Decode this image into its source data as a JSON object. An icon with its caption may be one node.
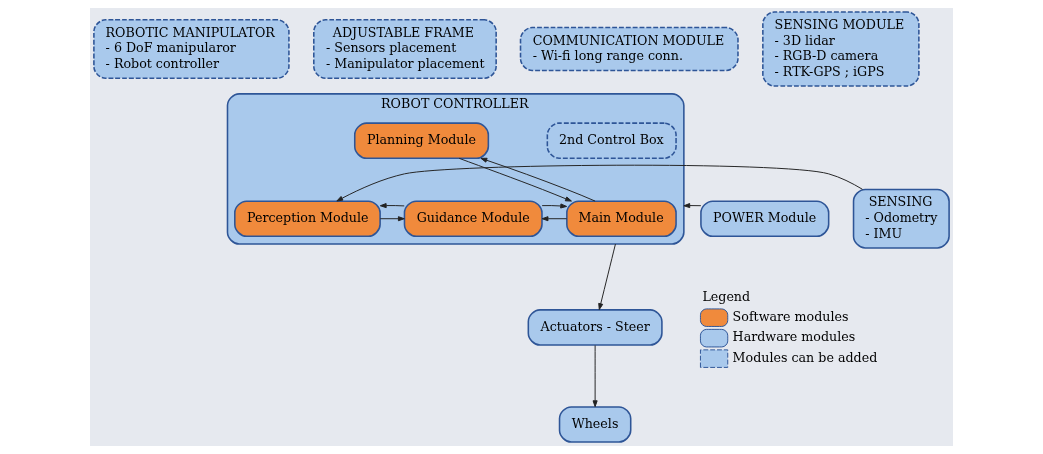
{
  "diagram": {
    "nodes": [
      {
        "text": [
          "ROBOTIC MANIPULATOR",
          "- 6 DoF manipularor - Robot controller"
        ]
      },
      {
        "text": [
          "ADJUSTABLE FRAME",
          "- Sensors placement - Manipulator placement"
        ]
      },
      {
        "text": [
          "COMMUNICATION MODULE",
          "- Wi-fi long range conn."
        ]
      },
      {
        "text": [
          "SENSING MODULE",
          "- 3D lidar - RGB-D camera - RTK-GPS ; iGPS"
        ]
      },
      {
        "text": [
          "POWER Module"
        ]
      },
      {
        "text": [
          "ROBOT CONTROLLER"
        ]
      },
      {
        "text": [
          "Planning Module"
        ],
        "in": 5
      },
      {
        "text": [
          "2nd Control Box"
        ],
        "in": 5
      },
      {
        "text": [
          "Main Module"
        ],
        "in": 5
      },
      {
        "text": [
          "Guidance Module"
        ],
        "in": 5
      },
      {
        "text": [
          "Perception Module"
        ],
        "in": 5
      },
      {
        "text": [
          "SENSING",
          "- Odometry - IMU"
        ]
      },
      {
        "text": [
          "Actuators - Steer"
        ]
      },
      {
        "text": [
          "Wheels"
        ]
      }
    ],
    "edges": [
      {
        "from": 4,
        "to": 5,
        "arrow": "to"
      },
      {
        "from": 6,
        "to": 8,
        "arrow": "to"
      },
      {
        "from": 8,
        "to": 6,
        "arrow": "to"
      },
      {
        "from": 8,
        "to": 9,
        "arrow": "to"
      },
      {
        "from": 9,
        "to": 8,
        "arrow": "to"
      },
      {
        "from": 10,
        "to": 9,
        "arrow": "to"
      },
      {
        "from": 9,
        "to": 10,
        "arrow": "to"
      },
      {
        "from": 11,
        "to": 10,
        "arrow": "to"
      },
      {
        "from": 5,
        "to": 12,
        "arrow": "to"
      },
      {
        "from": 12,
        "to": 13,
        "arrow": "to"
      }
    ],
    "labels": [
      "Legend"
    ],
    "legend": [
      {
        "text": "Software modules",
        "color": "#f08a3c"
      },
      {
        "text": "Hardware modules",
        "color": "#a9c9ec"
      },
      {
        "text": "Modules can be added"
      }
    ]
  }
}
